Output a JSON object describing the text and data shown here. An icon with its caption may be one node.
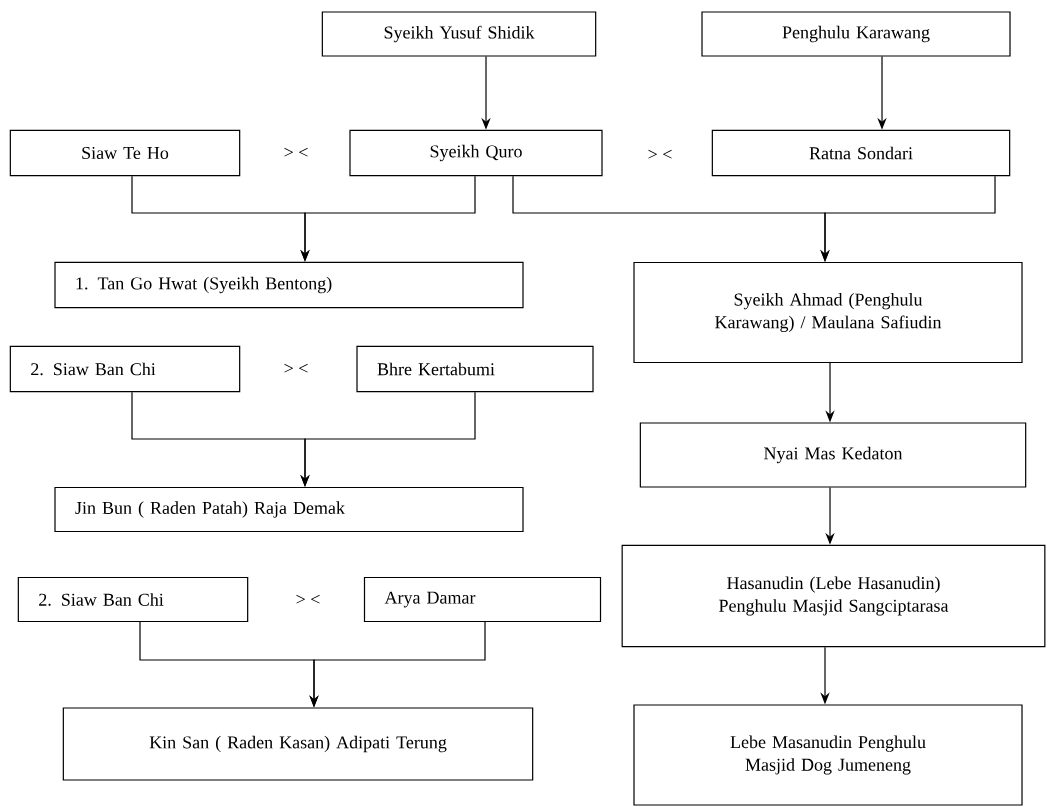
{
  "diagram": {
    "nodes": [
      {
        "text": [
          "Syeikh Yusuf Shidik"
        ]
      },
      {
        "text": [
          "Penghulu Karawang"
        ]
      },
      {
        "text": [
          "Siaw Te Ho"
        ]
      },
      {
        "text": [
          "Syeikh Quro"
        ]
      },
      {
        "text": [
          "Ratna Sondari"
        ]
      },
      {
        "text": [
          "1. Tan Go Hwat (Syeikh Bentong)"
        ]
      },
      {
        "text": [
          "Syeikh Ahmad (Penghulu Karawang) /  Maulana Safiudin"
        ]
      },
      {
        "text": [
          "2. Siaw Ban Chi"
        ]
      },
      {
        "text": [
          "Bhre Kertabumi"
        ]
      },
      {
        "text": [
          "Jin Bun ( Raden Patah) Raja Demak"
        ]
      },
      {
        "text": [
          "Nyai Mas Kedaton"
        ]
      },
      {
        "text": [
          "2. Siaw Ban Chi"
        ]
      },
      {
        "text": [
          "Arya Damar"
        ]
      },
      {
        "text": [
          "Hasanudin (Lebe Hasanudin) Penghulu Masjid Sangciptarasa"
        ]
      },
      {
        "text": [
          "Kin San ( Raden Kasan) Adipati Terung"
        ]
      },
      {
        "text": [
          "Lebe Masanudin Penghulu Masjid Dog Jumeneng"
        ]
      }
    ],
    "edges": [
      {
        "from": 0,
        "to": 3,
        "arrow": "to"
      },
      {
        "from": 1,
        "to": 4,
        "arrow": "to"
      },
      {
        "from": 2,
        "to": 5,
        "arrow": "to"
      },
      {
        "from": 3,
        "to": 5,
        "arrow": "to"
      },
      {
        "from": 3,
        "to": 6,
        "arrow": "to"
      },
      {
        "from": 4,
        "to": 6,
        "arrow": "to"
      },
      {
        "from": 6,
        "to": 10,
        "arrow": "to"
      },
      {
        "from": 7,
        "to": 9,
        "arrow": "to"
      },
      {
        "from": 8,
        "to": 9,
        "arrow": "to"
      },
      {
        "from": 10,
        "to": 13,
        "arrow": "to"
      },
      {
        "from": 11,
        "to": 14,
        "arrow": "to"
      },
      {
        "from": 12,
        "to": 14,
        "arrow": "to"
      },
      {
        "from": 13,
        "to": 15,
        "arrow": "to"
      }
    ],
    "labels": [
      "> <",
      "> <",
      "> <",
      "> <"
    ]
  }
}
